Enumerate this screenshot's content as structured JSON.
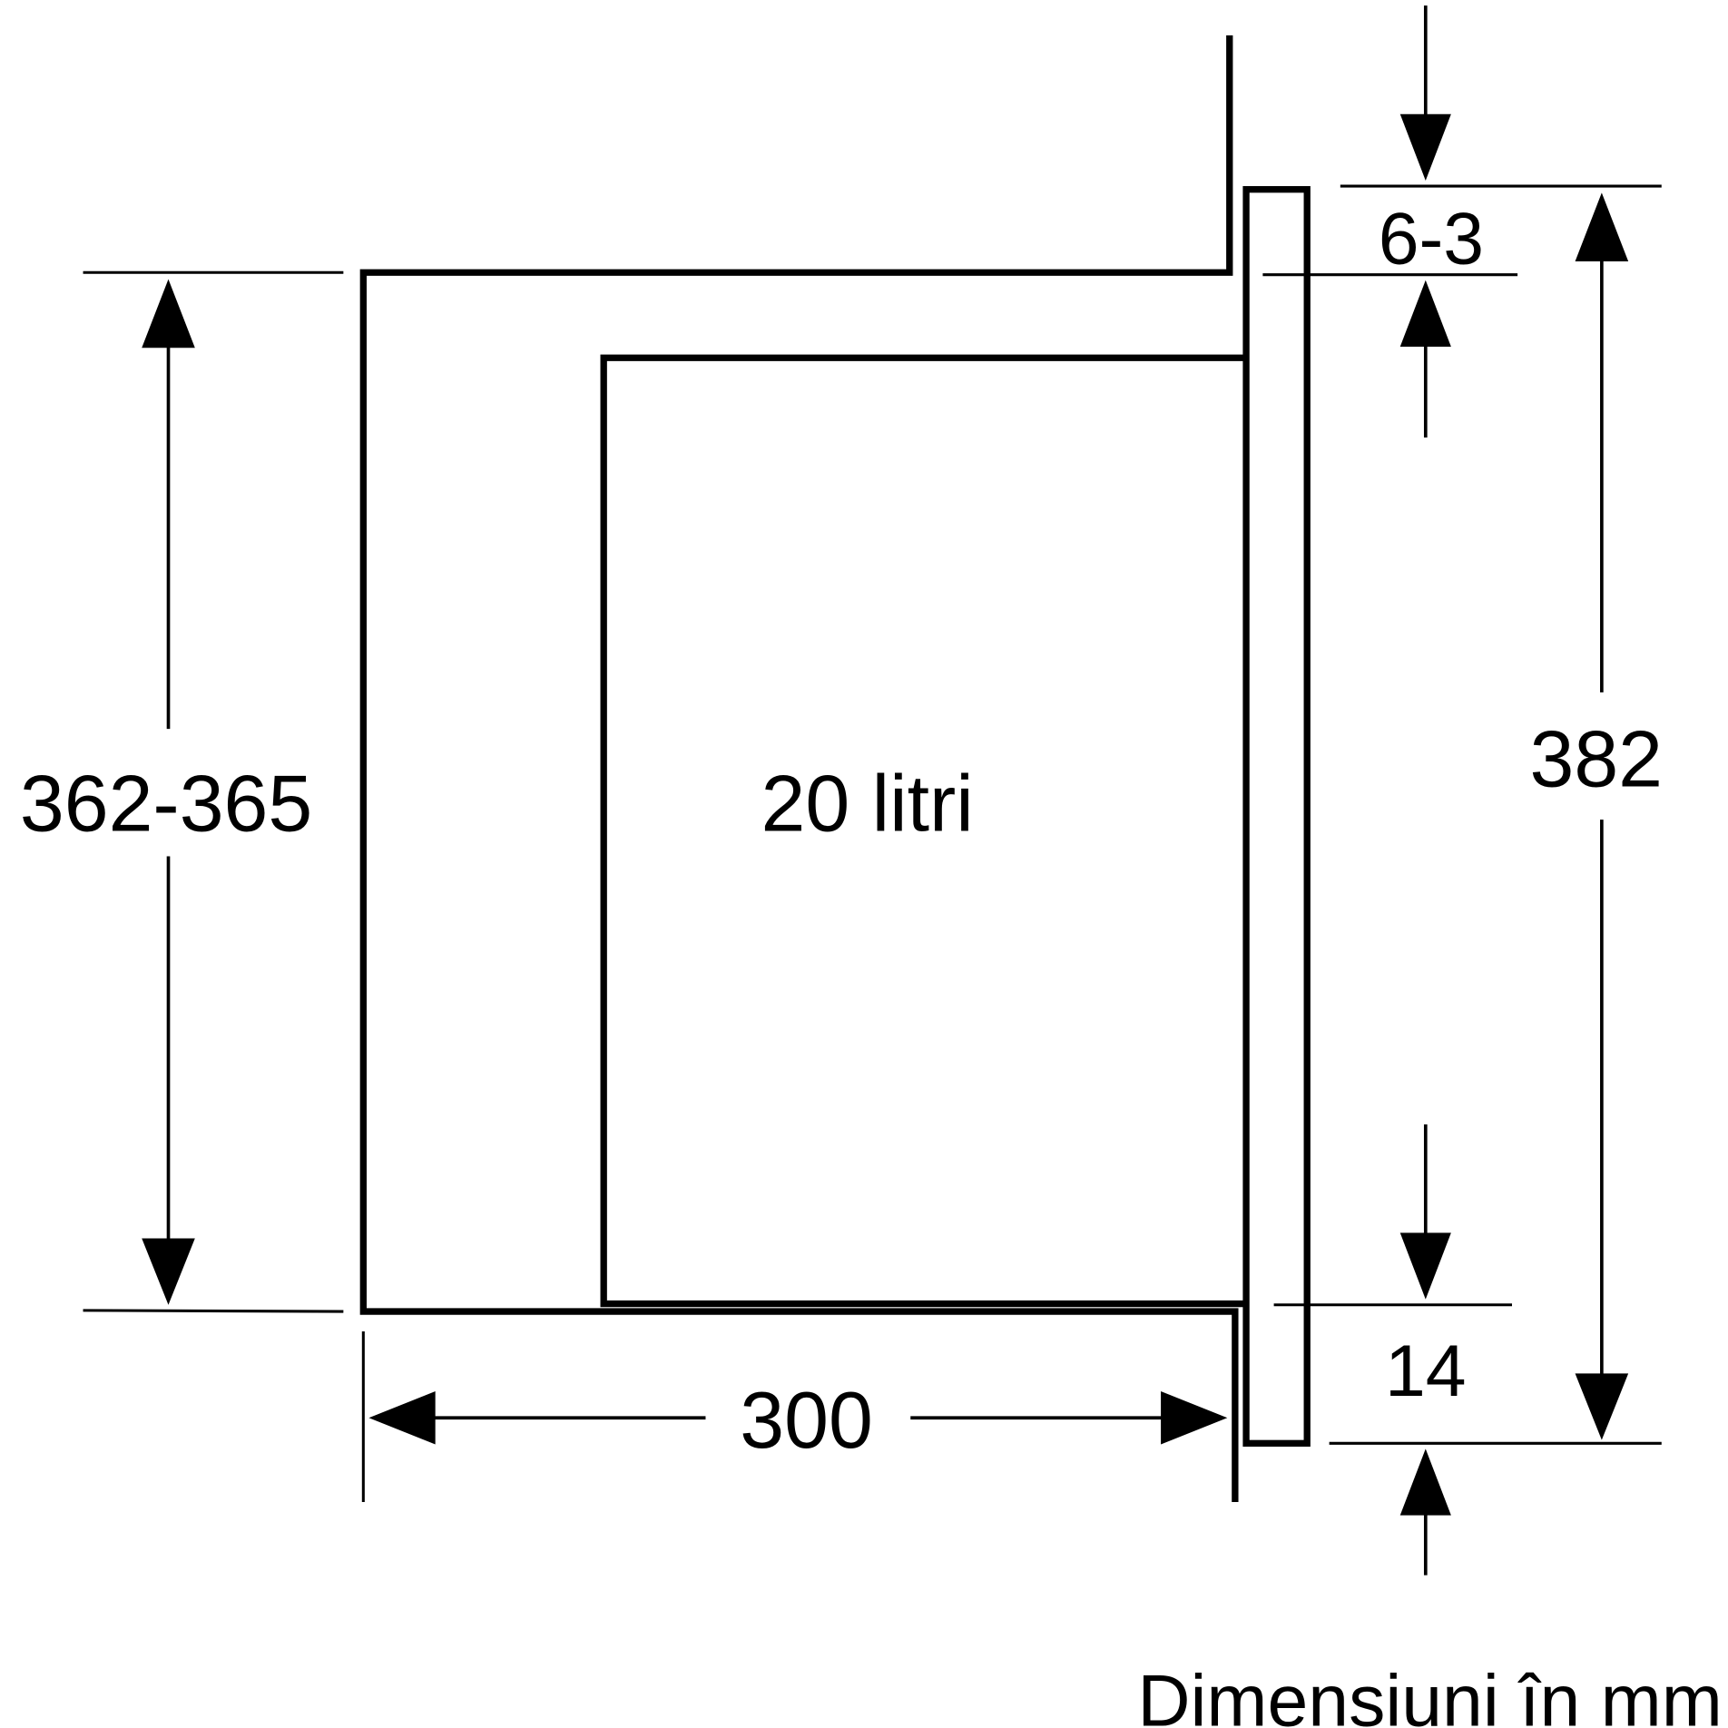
{
  "diagram": {
    "labels": {
      "height_cabinet": "362-365",
      "volume": "20 litri",
      "depth": "300",
      "top_gap": "6-3",
      "bottom_gap": "14",
      "height_front": "382",
      "units_note": "Dimensiuni în mm"
    },
    "colors": {
      "line": "#000000",
      "background": "#ffffff"
    }
  }
}
